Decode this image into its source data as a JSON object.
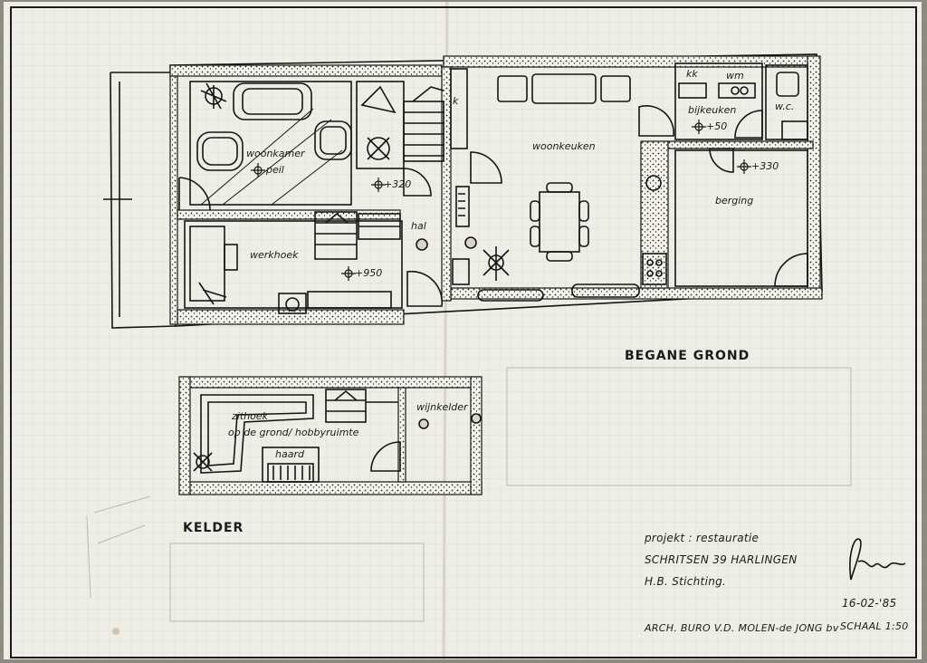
{
  "ground_floor": {
    "title": "BEGANE GROND",
    "rooms": {
      "woonkamer": "woonkamer",
      "peil": "peil",
      "werkhoek": "werkhoek",
      "woonkeuken": "woonkeuken",
      "bijkeuken": "bijkeuken",
      "berging": "berging",
      "hal": "hal",
      "wc": "w.c.",
      "kk": "kk",
      "wm": "wm",
      "k": "k"
    },
    "levels": {
      "woonkamer_peil": "peil",
      "kamer_mid": "+320",
      "werkhoek": "+950",
      "bijkeuken": "+50",
      "berging": "+330"
    }
  },
  "basement": {
    "title": "KELDER",
    "rooms": {
      "zithoek_line1": "zithoek",
      "zithoek_line2": "op de grond/ hobbyruimte",
      "haard": "haard",
      "wijnkelder": "wijnkelder"
    }
  },
  "title_block": {
    "project": "projekt : restauratie",
    "address": "SCHRITSEN 39 HARLINGEN",
    "client": "H.B. Stichting.",
    "date": "16-02-'85",
    "architect": "ARCH. BURO V.D. MOLEN-de JONG bv",
    "scale": "SCHAAL 1:50"
  }
}
